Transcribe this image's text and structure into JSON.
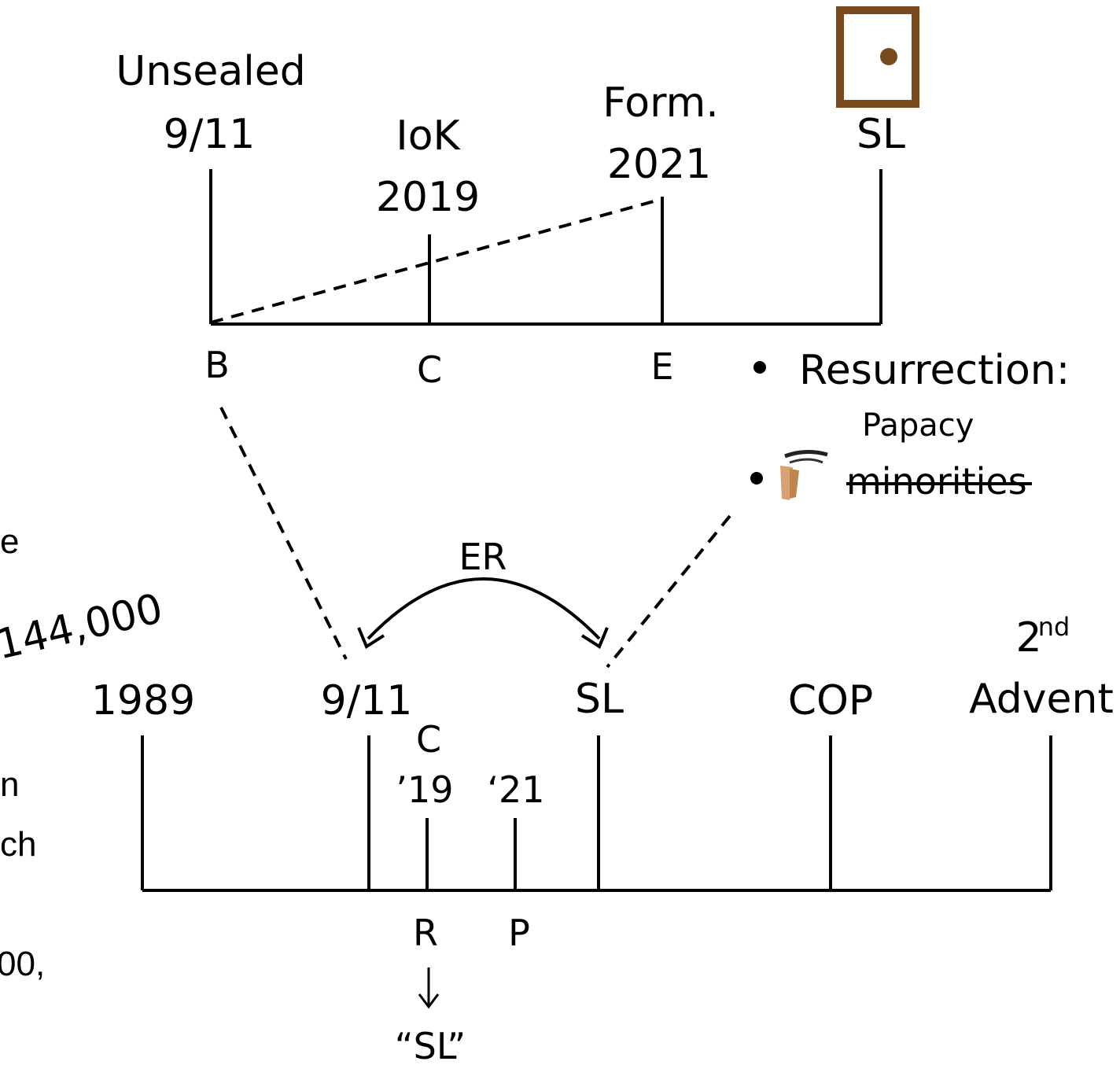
{
  "top_timeline": {
    "markers": [
      {
        "top": "Unsealed",
        "bottom": "9/11",
        "under": "B"
      },
      {
        "top": "IoK",
        "bottom": "2019",
        "under": "C"
      },
      {
        "top": "Form.",
        "bottom": "2021",
        "under": "E"
      },
      {
        "top": "",
        "bottom": "SL",
        "under": ""
      }
    ]
  },
  "resurrection": {
    "heading": "Resurrection:",
    "item_1": "Papacy",
    "item_2_struck": "minorities"
  },
  "bottom_timeline": {
    "arc_label": "ER",
    "markers": [
      {
        "label": "1989"
      },
      {
        "label": "9/11"
      },
      {
        "label": "SL"
      },
      {
        "label": "COP"
      },
      {
        "label_main": "2",
        "label_sup": "nd",
        "label_line2": "Advent"
      }
    ],
    "sub_markers": [
      {
        "top": "C",
        "year": "’19",
        "under": "R"
      },
      {
        "year": "‘21",
        "under": "P"
      }
    ],
    "arrow_target": "“SL”"
  },
  "left_fragments": [
    "e",
    "144,000",
    "n",
    "ch",
    "00,"
  ],
  "colors": {
    "line": "#000000",
    "door": "#7a4a1f"
  },
  "icons": [
    "door-icon",
    "bullet-dot",
    "hand-icon"
  ]
}
